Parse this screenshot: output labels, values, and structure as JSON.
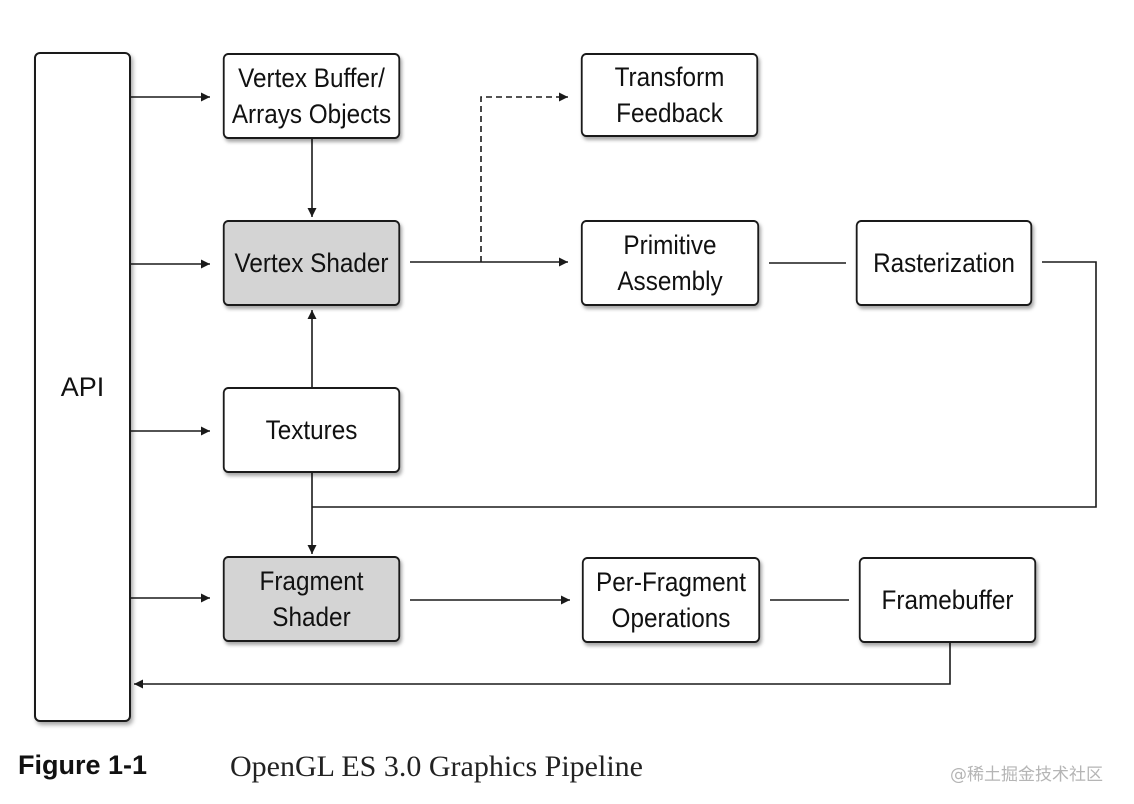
{
  "nodes": {
    "api": "API",
    "vertex_buffer": "Vertex Buffer/\nArrays Objects",
    "vertex_shader": "Vertex Shader",
    "textures": "Textures",
    "fragment_shader": "Fragment\nShader",
    "transform_feedback": "Transform\nFeedback",
    "primitive_assembly": "Primitive\nAssembly",
    "rasterization": "Rasterization",
    "per_fragment_operations": "Per-Fragment\nOperations",
    "framebuffer": "Framebuffer"
  },
  "caption": {
    "label": "Figure 1-1",
    "title": "OpenGL ES 3.0 Graphics Pipeline"
  },
  "watermark": "@稀土掘金技术社区",
  "colors": {
    "stroke": "#1a1a1a",
    "node_fill": "#ffffff",
    "shader_fill": "#d4d4d4"
  }
}
